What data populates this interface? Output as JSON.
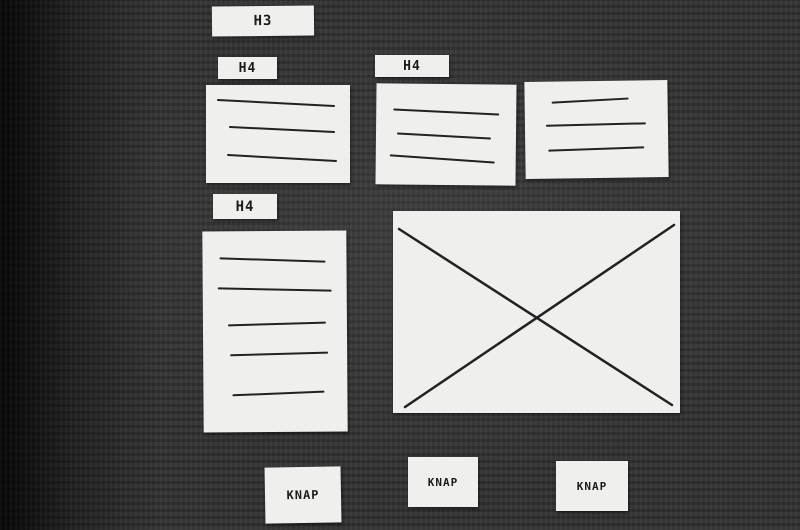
{
  "labels": {
    "h3": "H3",
    "h4_a": "H4",
    "h4_b": "H4",
    "h4_c": "H4"
  },
  "buttons": {
    "knap_1": "KNAP",
    "knap_2": "KNAP",
    "knap_3": "KNAP"
  },
  "colors": {
    "paper": "#efefed",
    "ink": "#222222",
    "background": "#333333"
  }
}
